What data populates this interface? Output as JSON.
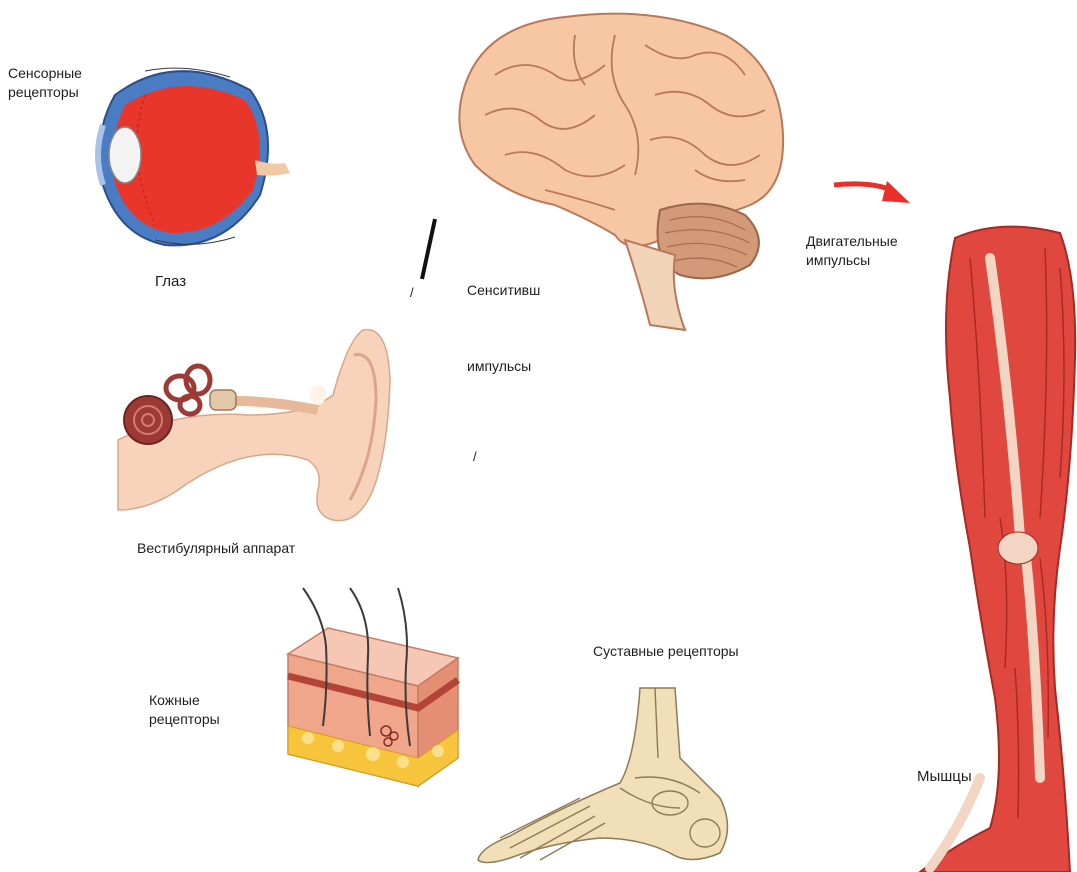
{
  "labels": {
    "sensory_receptors_1": "Сенсорные",
    "sensory_receptors_2": "рецепторы",
    "eye": "Глаз",
    "sensitive_1": "Сенситивш",
    "sensitive_2": "импульсы",
    "motor_1": "Двигательные",
    "motor_2": "импульсы",
    "vestibular": "Вестибулярный  аппарат",
    "skin_1": "Кожные",
    "skin_2": "рецепторы",
    "joint": "Суставные  рецепторы",
    "muscles": "Мышцы",
    "slash_1": "/",
    "slash_2": "/"
  },
  "colors": {
    "eye_red": "#e8362a",
    "eye_blue": "#4a7cc4",
    "brain": "#f7c7a4",
    "brain_line": "#b9785a",
    "ear_skin": "#f8d3bb",
    "cochlea": "#9c3a36",
    "skin_top": "#f4b39a",
    "fat": "#f6c53c",
    "bone": "#f1dfb7",
    "muscle": "#e0473e",
    "tendon": "#f3d5c3",
    "arrow": "#e8302b"
  },
  "icons": [
    "eye-icon",
    "brain-icon",
    "ear-icon",
    "skin-block-icon",
    "foot-bones-icon",
    "leg-muscles-icon",
    "motor-arrow-icon"
  ]
}
